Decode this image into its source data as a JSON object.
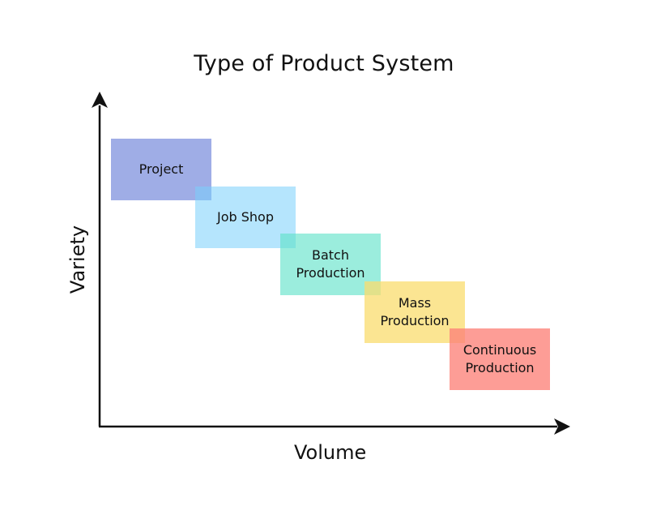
{
  "title": "Type of Product System",
  "axes": {
    "x_label": "Volume",
    "y_label": "Variety"
  },
  "stages": [
    {
      "label": "Project",
      "color": "#7A8EDC"
    },
    {
      "label": "Job Shop",
      "color": "#78D0FC"
    },
    {
      "label": "Batch\nProduction",
      "color": "#5EE2C8"
    },
    {
      "label": "Mass\nProduction",
      "color": "#FADC6E"
    },
    {
      "label": "Continuous\nProduction",
      "color": "#FC8278"
    }
  ]
}
